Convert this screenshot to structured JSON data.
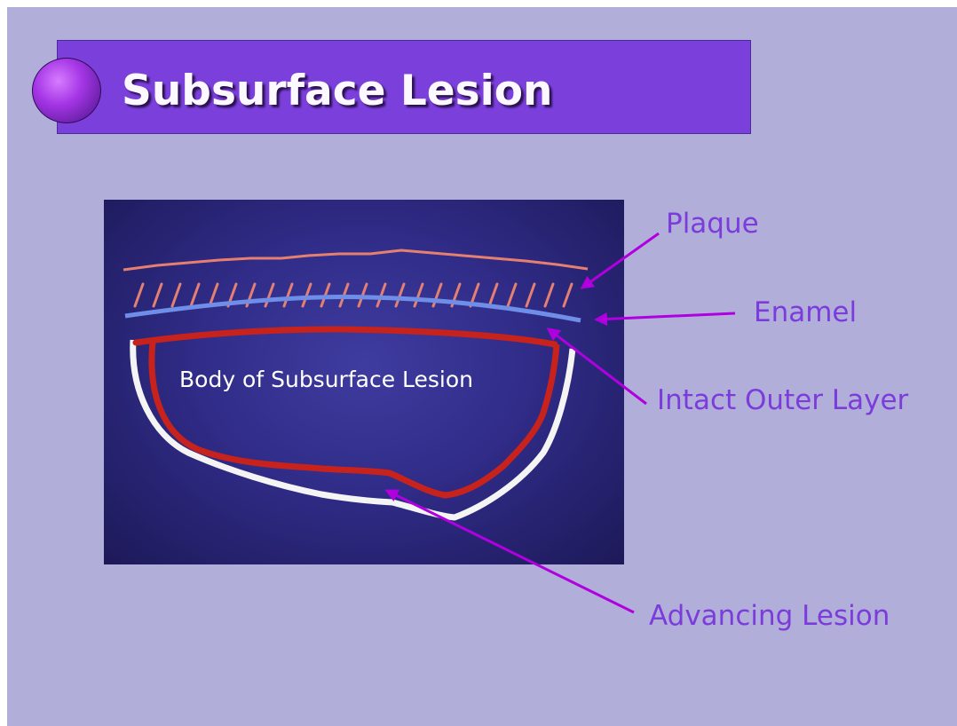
{
  "slide": {
    "title": "Subsurface Lesion",
    "background_color": "#b1afd9",
    "title_bar_color": "#7b3fdb"
  },
  "diagram": {
    "body_label": "Body of Subsurface Lesion",
    "callouts": {
      "plaque": "Plaque",
      "enamel": "Enamel",
      "intact_outer_layer": "Intact Outer Layer",
      "advancing_lesion": "Advancing Lesion"
    },
    "colors": {
      "plaque_line": "#e58070",
      "enamel_line": "#6f8ee8",
      "intact_outer_layer": "#c8221c",
      "advancing_lesion": "#f4f4f4",
      "callout_arrow": "#b000e0",
      "callout_text": "#7b3cdb"
    }
  }
}
